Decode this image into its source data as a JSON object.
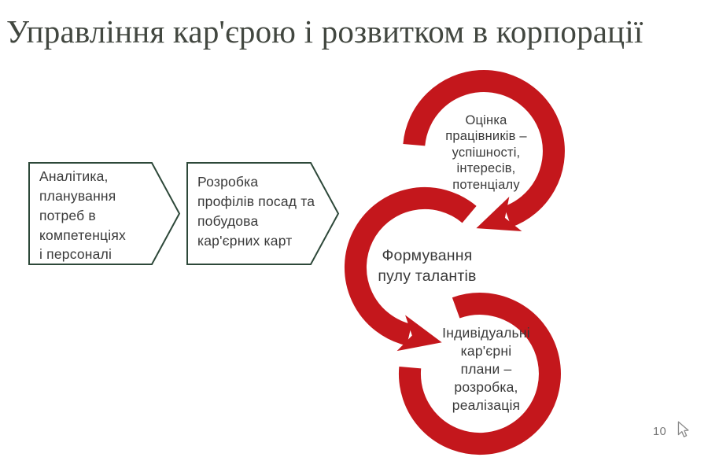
{
  "slide": {
    "title": "Управління кар'єрою і розвитком в корпорації",
    "page_number": "10"
  },
  "process_boxes": [
    {
      "lines": [
        "Аналітика,",
        "планування",
        "потреб в",
        "компетенціях",
        "і персоналі"
      ]
    },
    {
      "lines": [
        "Розробка",
        "профілів посад та",
        "побудова",
        "кар'єрних карт"
      ]
    }
  ],
  "cycle_steps": [
    {
      "lines": [
        "Оцінка",
        "працівників –",
        "успішності,",
        "інтересів,",
        "потенціалу"
      ]
    },
    {
      "lines": [
        "Формування",
        "пулу талантів"
      ]
    },
    {
      "lines": [
        "Індивідуальні",
        "кар'єрні",
        "плани –",
        "розробка,",
        "реалізація"
      ]
    }
  ],
  "icons": {
    "cursor": "mouse-cursor-icon"
  },
  "colors": {
    "accent_red": "#c4171c",
    "outline_green": "#2d4839",
    "title_text": "#424740",
    "body_text": "#3a3a3a",
    "page_number_text": "#757575"
  }
}
